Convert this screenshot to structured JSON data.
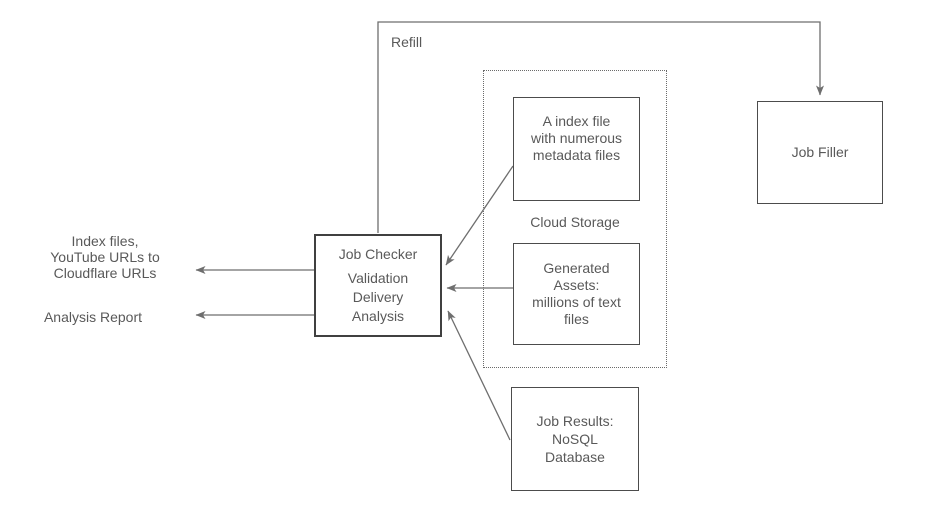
{
  "diagram": {
    "edge_labels": {
      "refill": "Refill"
    },
    "groups": {
      "cloud_storage": {
        "label": "Cloud Storage"
      }
    },
    "nodes": {
      "job_filler": {
        "label": "Job Filler"
      },
      "index_file": {
        "lines": [
          "A index file",
          "with numerous",
          "metadata files"
        ]
      },
      "generated_assets": {
        "lines": [
          "Generated",
          "Assets:",
          "millions of text",
          "files"
        ]
      },
      "job_checker": {
        "title": "Job Checker",
        "lines": [
          "Validation",
          "Delivery",
          "Analysis"
        ]
      },
      "job_results": {
        "lines": [
          "Job Results:",
          "NoSQL",
          "Database"
        ]
      }
    },
    "outputs": {
      "index_files": {
        "lines": [
          "Index files,",
          "YouTube URLs to",
          "Cloudflare URLs"
        ]
      },
      "analysis_report": {
        "label": "Analysis Report"
      }
    },
    "colors": {
      "background": "#ffffff",
      "box_border": "#4c4c4c",
      "text": "#595959",
      "connector": "#6e6e6e"
    }
  }
}
